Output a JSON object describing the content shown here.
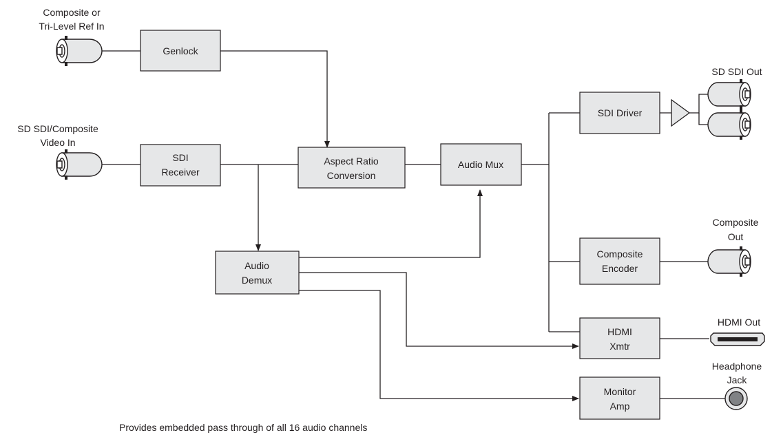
{
  "blocks": {
    "genlock": "Genlock",
    "sdi_receiver": [
      "SDI",
      "Receiver"
    ],
    "aspect_ratio": [
      "Aspect Ratio",
      "Conversion"
    ],
    "audio_mux": "Audio Mux",
    "audio_demux": [
      "Audio",
      "Demux"
    ],
    "sdi_driver": "SDI Driver",
    "composite_encoder": [
      "Composite",
      "Encoder"
    ],
    "hdmi_xmtr": [
      "HDMI",
      "Xmtr"
    ],
    "monitor_amp": [
      "Monitor",
      "Amp"
    ]
  },
  "io_labels": {
    "ref_in": [
      "Composite or",
      "Tri-Level Ref In"
    ],
    "video_in": [
      "SD SDI/Composite",
      "Video In"
    ],
    "sdi_out": "SD SDI Out",
    "composite_out": [
      "Composite",
      "Out"
    ],
    "hdmi_out": "HDMI Out",
    "headphone": [
      "Headphone",
      "Jack"
    ]
  },
  "footnote": "Provides embedded pass through of all 16 audio channels"
}
